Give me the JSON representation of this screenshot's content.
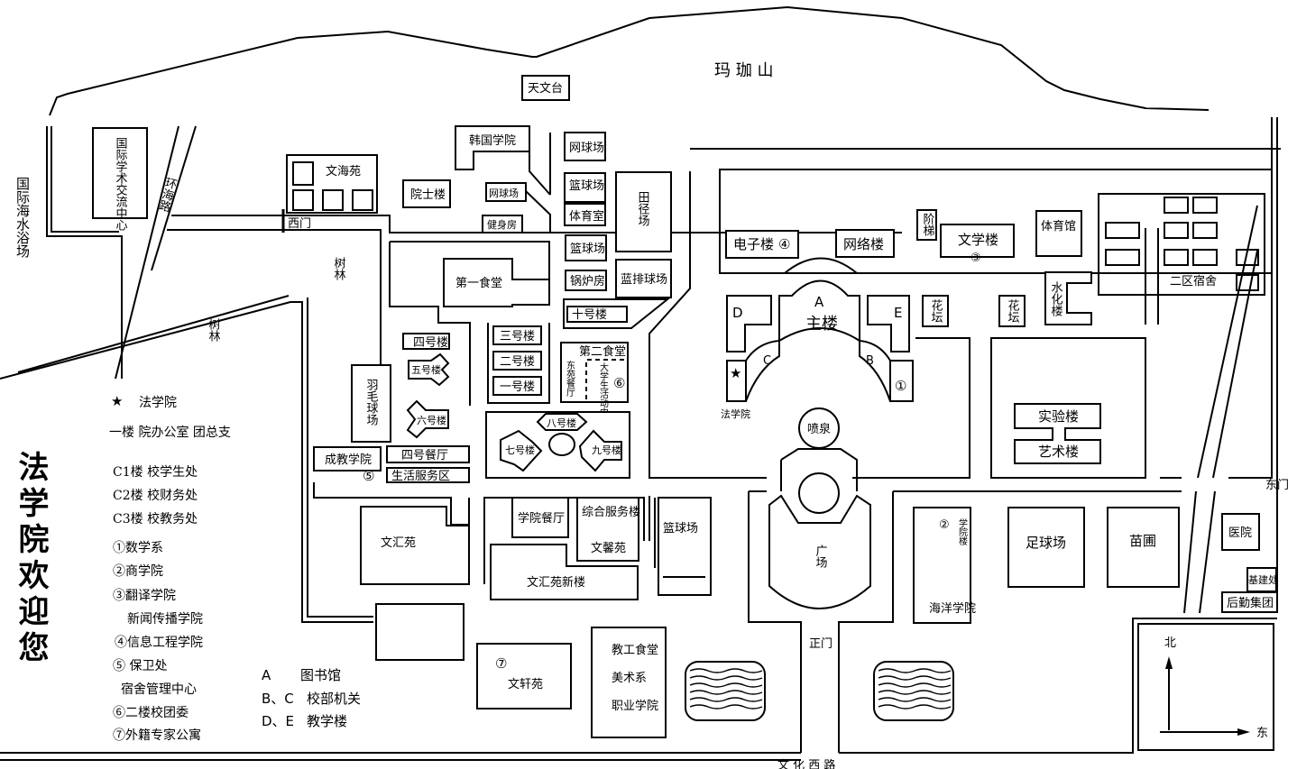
{
  "map": {
    "mountain": "玛 珈 山",
    "roads": {
      "ring_sea_road": "环海路",
      "culture_west_road": "文 化 西 路"
    },
    "gates": {
      "west": "西门",
      "east": "东门",
      "main": "正门"
    },
    "areas": {
      "intl_beach": "国际海水浴场",
      "woods_1": "树林",
      "woods_2": "树林"
    },
    "buildings": {
      "observatory": "天文台",
      "intl_center": "国际学术交流中心",
      "wenhaiyuan": "文海苑",
      "academician": "院士楼",
      "korean": "韩国学院",
      "tennis_small": "网球场",
      "gym_room": "健身房",
      "tennis": "网球场",
      "basketball_1": "篮球场",
      "sports_room": "体育室",
      "track": "田径场",
      "basketball_2": "篮球场",
      "boiler": "锅炉房",
      "volleyball": "蓝排球场",
      "bldg_10": "十号楼",
      "canteen_1": "第一食堂",
      "bldg_4": "四号楼",
      "bldg_3": "三号楼",
      "bldg_2": "二号楼",
      "bldg_1": "一号楼",
      "bldg_5": "五号楼",
      "bldg_6": "六号楼",
      "badminton": "羽毛球场",
      "canteen_2": "第二食堂",
      "dongyuan": "东苑餐厅",
      "student_center": "大学生活动中心",
      "mark_6": "⑥",
      "bldg_7": "七号楼",
      "bldg_8": "八号楼",
      "bldg_9": "九号楼",
      "adult_edu": "成教学院",
      "mark_5": "⑤",
      "dining_4": "四号餐厅",
      "life_service": "生活服务区",
      "wenhuiyuan": "文汇苑",
      "college_dining": "学院餐厅",
      "service_bldg": "综合服务楼",
      "wenxinyuan": "文馨苑",
      "wenhui_new": "文汇苑新楼",
      "basketball_3": "篮球场",
      "wenxuanyuan": "文轩苑",
      "mark_7": "⑦",
      "staff_canteen": "教工食堂",
      "fine_arts": "美术系",
      "vocational": "职业学院",
      "electronics": "电子楼",
      "mark_4": "④",
      "network": "网络楼",
      "stairs": "阶梯",
      "literature": "文学楼",
      "mark_3": "③",
      "gymnasium": "体育馆",
      "dorm_2": "二区宿舍",
      "hydro": "水化楼",
      "flowerbed_1": "花坛",
      "flowerbed_2": "花坛",
      "main_a": "A",
      "main_bldg": "主楼",
      "d": "D",
      "e": "E",
      "b": "B",
      "c": "C",
      "mark_1": "①",
      "law_school": "法学院",
      "fountain": "喷泉",
      "plaza": "广场",
      "lab": "实验楼",
      "art": "艺术楼",
      "mark_2": "②",
      "college_bldg": "学院楼",
      "ocean": "海洋学院",
      "football": "足球场",
      "nursery": "苗圃",
      "hospital": "医院",
      "construction": "基建处",
      "logistics": "后勤集团"
    },
    "compass": {
      "north": "北",
      "east": "东"
    }
  },
  "welcome": "法学院欢迎您",
  "legend": {
    "star_label": "法学院",
    "star_icon": "★",
    "star_sub": "一楼 院办公室 团总支",
    "items": [
      "C1楼  校学生处",
      "C2楼  校财务处",
      "C3楼  校教务处",
      "①数学系",
      "②商学院",
      "③翻译学院",
      "新闻传播学院",
      "④信息工程学院",
      "⑤ 保卫处",
      "宿舍管理中心",
      "⑥二楼校团委",
      "⑦外籍专家公寓"
    ],
    "letters": [
      {
        "key": "A",
        "value": "图书馆"
      },
      {
        "key": "B、C",
        "value": "校部机关"
      },
      {
        "key": "D、E",
        "value": "教学楼"
      }
    ]
  }
}
